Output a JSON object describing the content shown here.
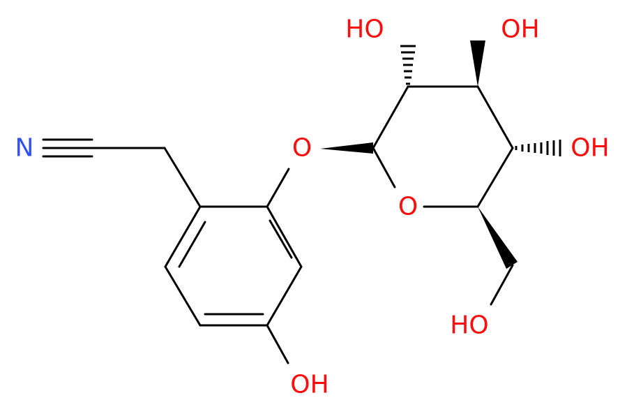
{
  "colors": {
    "oxygen": "#ff0d0d",
    "nitrogen": "#3050f8",
    "bond": "#000000"
  },
  "labels": {
    "nitrogen": "N",
    "ether_o": "O",
    "ring_o": "O",
    "ho_top_left": "HO",
    "oh_top_right": "OH",
    "oh_right": "OH",
    "ho_bottom_right": "HO",
    "oh_bottom": "OH"
  }
}
